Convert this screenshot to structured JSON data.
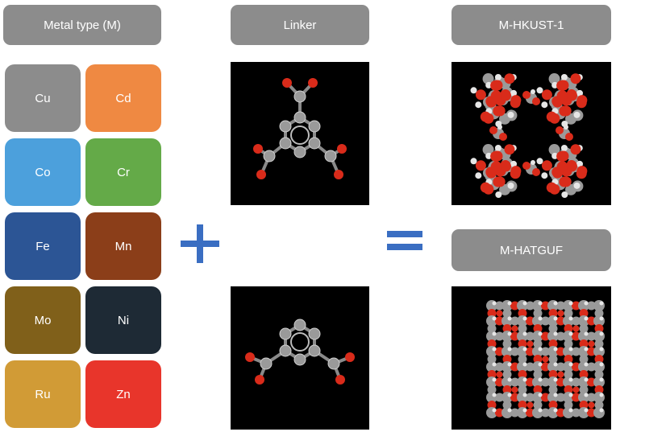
{
  "headers": {
    "metal": "Metal type (M)",
    "linker": "Linker",
    "hkust": "M-HKUST-1",
    "hatguf": "M-HATGUF"
  },
  "metals": [
    {
      "label": "Cu",
      "color": "#8c8c8c"
    },
    {
      "label": "Cd",
      "color": "#ef8942"
    },
    {
      "label": "Co",
      "color": "#4ca0dc"
    },
    {
      "label": "Cr",
      "color": "#64aa48"
    },
    {
      "label": "Fe",
      "color": "#2c5595"
    },
    {
      "label": "Mn",
      "color": "#8b3e19"
    },
    {
      "label": "Mo",
      "color": "#80601a"
    },
    {
      "label": "Ni",
      "color": "#1e2a35"
    },
    {
      "label": "Ru",
      "color": "#d19b36"
    },
    {
      "label": "Zn",
      "color": "#e8352b"
    }
  ],
  "colors": {
    "header_bg": "#8c8c8c",
    "operator": "#3a6ec2",
    "oxygen": "#d92b1a",
    "carbon": "#9a9a9a",
    "hydrogen": "#e6e6e6",
    "panel_bg": "#000000"
  },
  "operators": {
    "plus": "plus-icon",
    "equals": "equals-icon"
  }
}
